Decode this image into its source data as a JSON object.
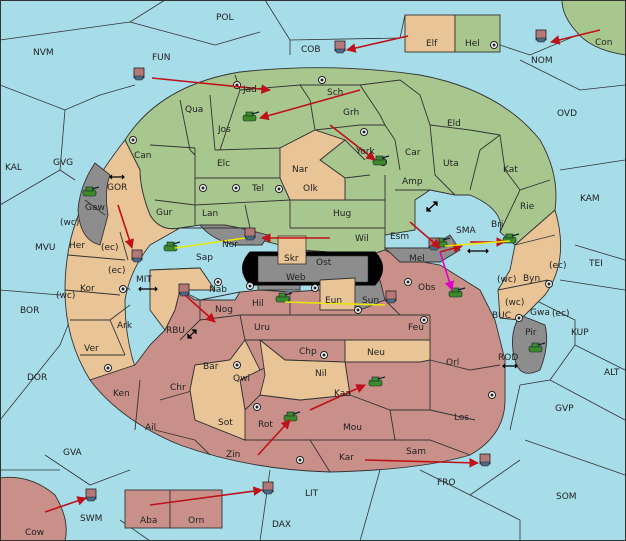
{
  "colors": {
    "sea": "#a6dde8",
    "green": "#a8c78e",
    "tan": "#e8c496",
    "rose": "#c9908a",
    "grey": "#8d8d8d",
    "black": "#000000",
    "move_arrow": "#c0101a",
    "support_line": "#e8e800",
    "convoy_arrow": "#e000c8"
  },
  "sea_labels": {
    "POL": "POL",
    "NVM": "NVM",
    "FUN": "FUN",
    "COB": "COB",
    "NOM": "NOM",
    "OVD": "OVD",
    "KAL": "KAL",
    "GVG": "GVG",
    "GOR": "GOR",
    "KAM": "KAM",
    "MVU": "MVU",
    "MIT": "MIT",
    "TEI": "TEI",
    "BOR": "BOR",
    "RBU": "RBU",
    "SMA": "SMA",
    "BUC": "BUC",
    "KUP": "KUP",
    "DOR": "DOR",
    "ROD": "ROD",
    "ALT": "ALT",
    "GVP": "GVP",
    "GVA": "GVA",
    "FRO": "FRO",
    "SOM": "SOM",
    "LIT": "LIT",
    "SWM": "SWM",
    "DAX": "DAX"
  },
  "land_labels": {
    "Elf": "Elf",
    "Hel": "Hel",
    "Con": "Con",
    "Jad": "Jad",
    "Sch": "Sch",
    "Qua": "Qua",
    "Jos": "Jos",
    "Grh": "Grh",
    "Eld": "Eld",
    "Can": "Can",
    "Elc": "Elc",
    "Nar": "Nar",
    "York": "York",
    "Car": "Car",
    "Uta": "Uta",
    "Kat": "Kat",
    "Tel": "Tel",
    "Olk": "Olk",
    "Amp": "Amp",
    "Gaw": "Gaw",
    "Gur": "Gur",
    "Lan": "Lan",
    "Hug": "Hug",
    "Rie": "Rie",
    "Bri": "Bri",
    "Esm": "Esm",
    "Wil": "Wil",
    "Her": "Her",
    "Nor": "Nor",
    "Sap": "Sap",
    "Skr": "Skr",
    "Ost": "Ost",
    "Web": "Web",
    "Mel": "Mel",
    "Byn": "Byn",
    "Kor": "Kor",
    "Nab": "Nab",
    "Obs": "Obs",
    "Gwa": "Gwa",
    "Hil": "Hil",
    "Eun": "Eun",
    "Sun": "Sun",
    "Nog": "Nog",
    "Ark": "Ark",
    "Uru": "Uru",
    "Feu": "Feu",
    "Pir": "Pir",
    "Ver": "Ver",
    "Chp": "Chp",
    "Neu": "Neu",
    "Bar": "Bar",
    "Qwi": "Qwi",
    "Orl": "Orl",
    "Nil": "Nil",
    "Chr": "Chr",
    "Ken": "Ken",
    "Kaa": "Kaa",
    "Los": "Los",
    "Sot": "Sot",
    "Rot": "Rot",
    "Ail": "Ail",
    "Mou": "Mou",
    "Zin": "Zin",
    "Kar": "Kar",
    "Sam": "Sam",
    "Cow": "Cow",
    "Aba": "Aba",
    "Orn": "Orn"
  },
  "coast_labels": {
    "wc": "(wc)",
    "ec": "(ec)"
  }
}
